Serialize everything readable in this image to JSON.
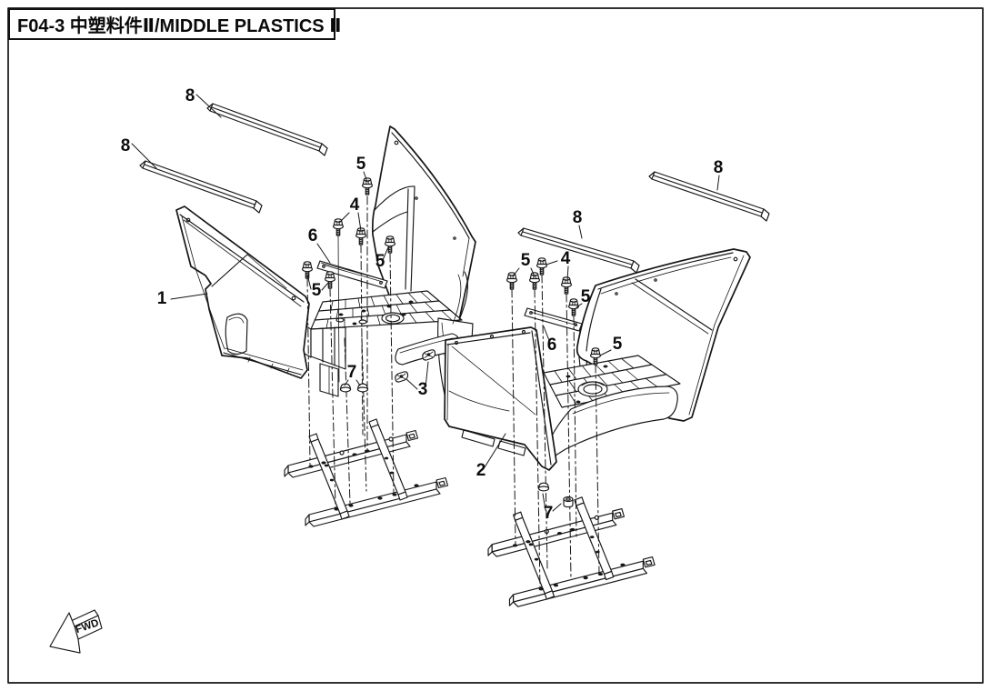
{
  "title_block": {
    "text": "F04-3 中塑料件Ⅱ/MIDDLE PLASTICS Ⅱ"
  },
  "direction_arrow": {
    "label": "FWD"
  },
  "drawing": {
    "ink_color": "#161616",
    "paper_color": "#ffffff"
  },
  "callouts": [
    {
      "id": "strip-top-left-upper",
      "part": "8"
    },
    {
      "id": "strip-top-left-lower",
      "part": "8"
    },
    {
      "id": "bolt-top-left-assembly",
      "part": "5"
    },
    {
      "id": "bolt-pair-left-assembly",
      "part": "4"
    },
    {
      "id": "bracket-left-assembly",
      "part": "6"
    },
    {
      "id": "bolt-right-of-left-assembly",
      "part": "5"
    },
    {
      "id": "bolt-pair-lower-left-assembly",
      "part": "5"
    },
    {
      "id": "side-panel-left",
      "part": "1"
    },
    {
      "id": "cap-nuts-left-assembly",
      "part": "7"
    },
    {
      "id": "grommets-left-assembly",
      "part": "3"
    },
    {
      "id": "strip-right-inner",
      "part": "8"
    },
    {
      "id": "strip-right-outer",
      "part": "8"
    },
    {
      "id": "bolt-pair-right-assembly",
      "part": "5"
    },
    {
      "id": "bolt-pair-right-assembly-2",
      "part": "4"
    },
    {
      "id": "bolt-mid-right-assembly",
      "part": "5"
    },
    {
      "id": "bracket-right-assembly",
      "part": "6"
    },
    {
      "id": "bolt-lower-right-assembly",
      "part": "5"
    },
    {
      "id": "front-panel-right",
      "part": "2"
    },
    {
      "id": "nuts-right-assembly",
      "part": "7"
    }
  ]
}
